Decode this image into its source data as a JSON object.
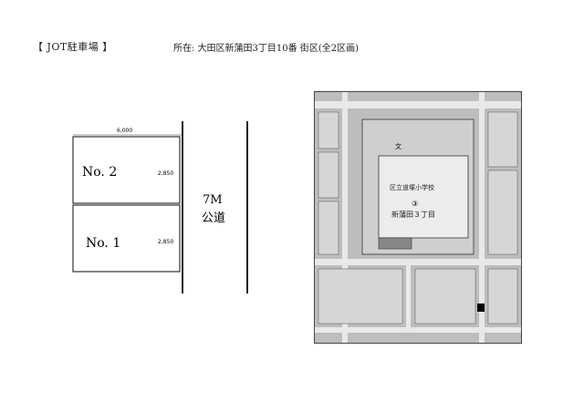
{
  "header": {
    "title": "【 JOT駐車場 】",
    "address": "所在: 大田区新蒲田3丁目10番 街区(全2区画)"
  },
  "layout": {
    "top_width": "6,000",
    "lots": [
      {
        "label": "No. 2",
        "dimension": "2,850"
      },
      {
        "label": "No. 1",
        "dimension": "2,850"
      }
    ],
    "road_width": "7M",
    "road_name": "公道"
  },
  "map": {
    "school_symbol": "文",
    "school_name": "区立道塚小学校",
    "area_name": "新蒲田３丁目",
    "area_marker": "③"
  }
}
